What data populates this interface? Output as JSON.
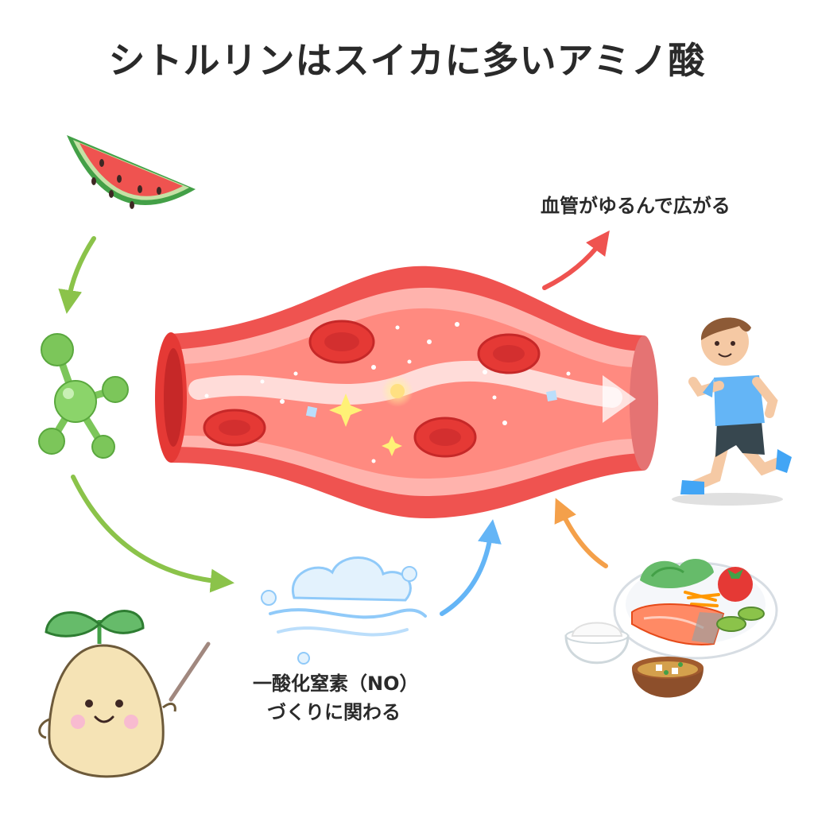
{
  "title": "シトルリンはスイカに多いアミノ酸",
  "labels": {
    "vessel_widen": "血管がゆるんで広がる",
    "no_line1": "一酸化窒素（NO）",
    "no_line2": "づくりに関わる"
  },
  "colors": {
    "vessel": "#ef5350",
    "vessel_dark": "#d32f2f",
    "blood_cell": "#e53935",
    "green_arrow": "#8bc34a",
    "red_arrow": "#ef5350",
    "blue_arrow": "#64b5f6",
    "orange_arrow": "#f4a04a",
    "molecule": "#7cc65a",
    "watermelon_flesh": "#ef5350",
    "watermelon_rind": "#43a047"
  },
  "icons": [
    "watermelon-icon",
    "citrulline-molecule-icon",
    "blood-vessel-illustration",
    "nitric-oxide-cloud-icon",
    "running-boy-illustration",
    "meal-plate-illustration",
    "sprout-mascot-illustration"
  ]
}
